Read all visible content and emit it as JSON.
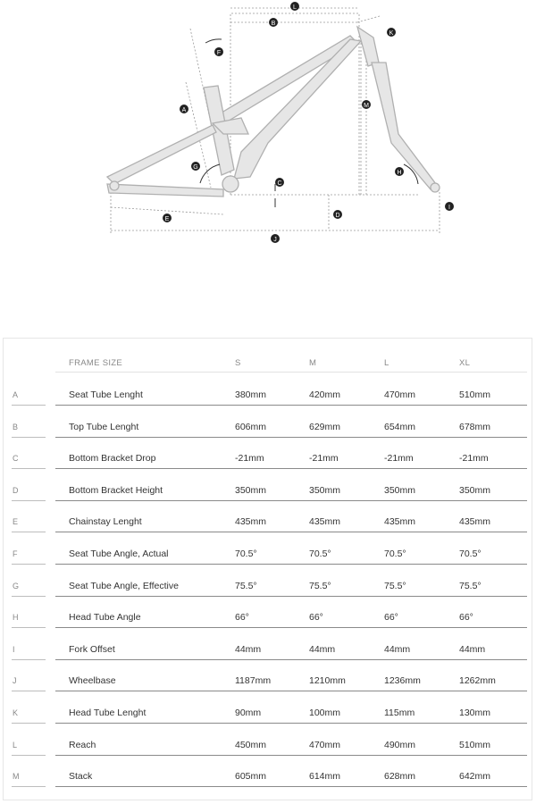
{
  "diagram": {
    "labels": [
      "A",
      "B",
      "C",
      "D",
      "E",
      "F",
      "G",
      "H",
      "I",
      "J",
      "K",
      "L",
      "M"
    ]
  },
  "table": {
    "columns": [
      "FRAME SIZE",
      "S",
      "M",
      "L",
      "XL"
    ],
    "rows": [
      {
        "letter": "A",
        "name": "Seat Tube Lenght",
        "values": [
          "380mm",
          "420mm",
          "470mm",
          "510mm"
        ]
      },
      {
        "letter": "B",
        "name": "Top Tube Lenght",
        "values": [
          "606mm",
          "629mm",
          "654mm",
          "678mm"
        ]
      },
      {
        "letter": "C",
        "name": "Bottom Bracket Drop",
        "values": [
          "-21mm",
          "-21mm",
          "-21mm",
          "-21mm"
        ]
      },
      {
        "letter": "D",
        "name": "Bottom Bracket Height",
        "values": [
          "350mm",
          "350mm",
          "350mm",
          "350mm"
        ]
      },
      {
        "letter": "E",
        "name": "Chainstay Lenght",
        "values": [
          "435mm",
          "435mm",
          "435mm",
          "435mm"
        ]
      },
      {
        "letter": "F",
        "name": "Seat Tube Angle, Actual",
        "values": [
          "70.5°",
          "70.5°",
          "70.5°",
          "70.5°"
        ]
      },
      {
        "letter": "G",
        "name": "Seat Tube Angle, Effective",
        "values": [
          "75.5°",
          "75.5°",
          "75.5°",
          "75.5°"
        ]
      },
      {
        "letter": "H",
        "name": "Head Tube Angle",
        "values": [
          "66°",
          "66°",
          "66°",
          "66°"
        ]
      },
      {
        "letter": "I",
        "name": "Fork Offset",
        "values": [
          "44mm",
          "44mm",
          "44mm",
          "44mm"
        ]
      },
      {
        "letter": "J",
        "name": "Wheelbase",
        "values": [
          "1187mm",
          "1210mm",
          "1236mm",
          "1262mm"
        ]
      },
      {
        "letter": "K",
        "name": "Head Tube Lenght",
        "values": [
          "90mm",
          "100mm",
          "115mm",
          "130mm"
        ]
      },
      {
        "letter": "L",
        "name": "Reach",
        "values": [
          "450mm",
          "470mm",
          "490mm",
          "510mm"
        ]
      },
      {
        "letter": "M",
        "name": "Stack",
        "values": [
          "605mm",
          "614mm",
          "628mm",
          "642mm"
        ]
      }
    ]
  }
}
